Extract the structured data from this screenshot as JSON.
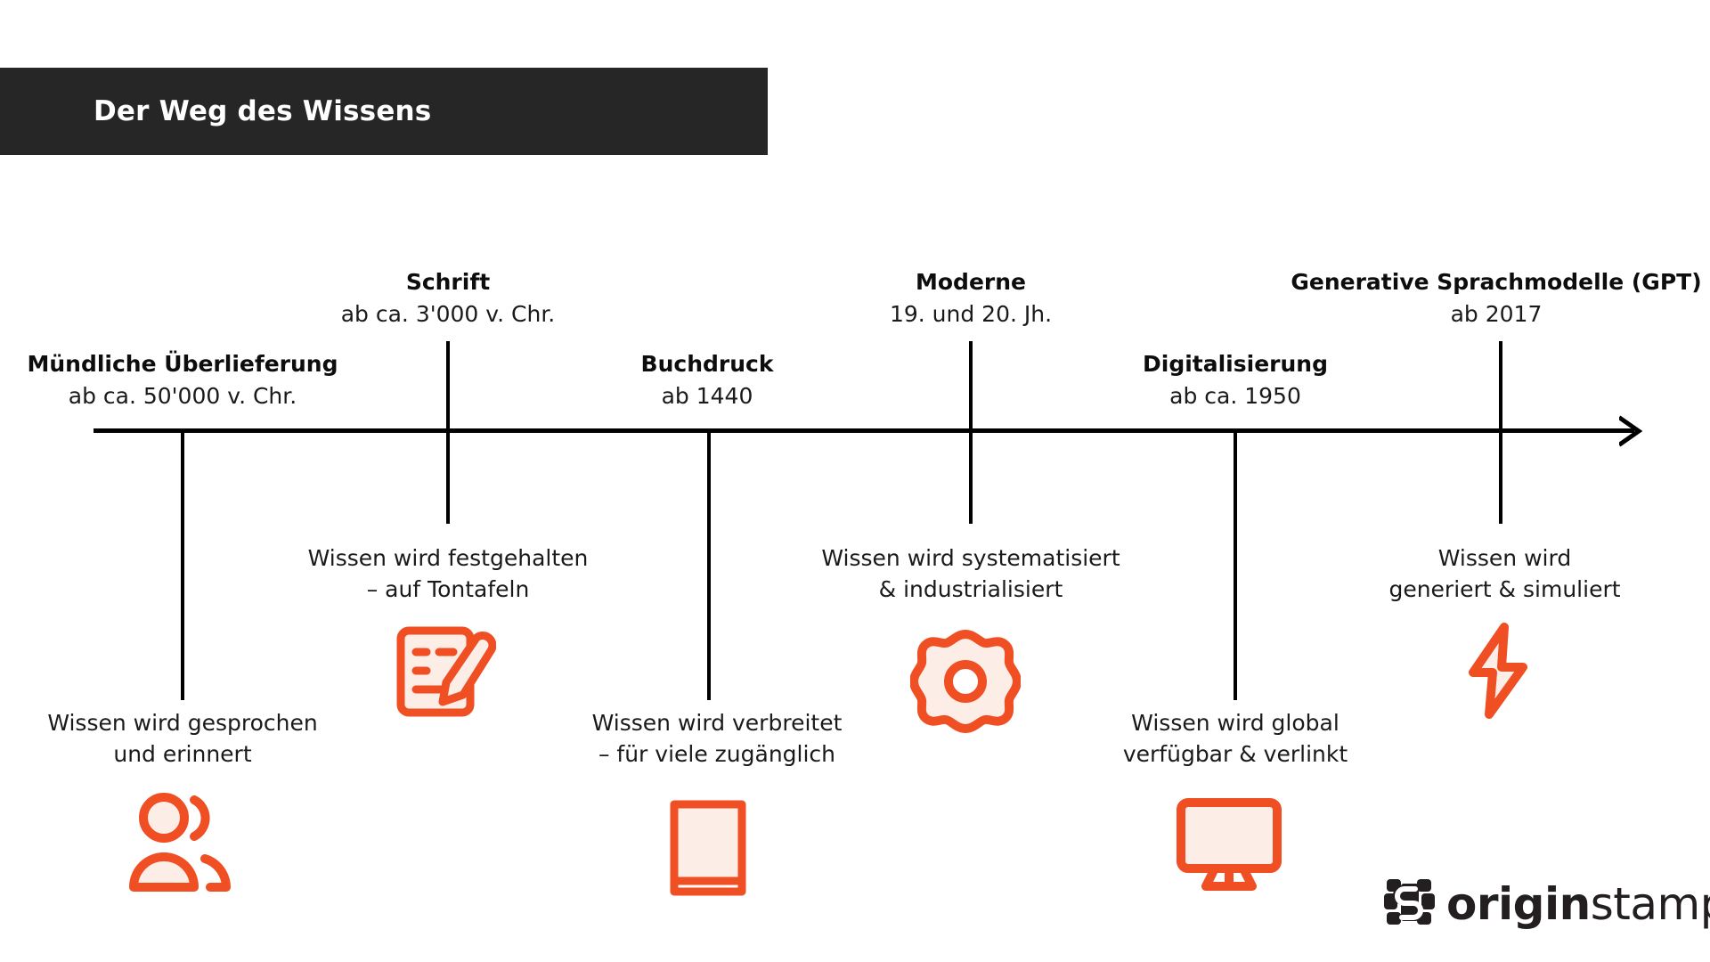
{
  "header": {
    "title": "Der Weg des Wissens",
    "banner_color": "#262626",
    "title_color": "#ffffff"
  },
  "theme": {
    "accent": "#F04E23",
    "accent_fill": "#FDEDE7",
    "axis_color": "#000000",
    "text_color": "#1a1a1a",
    "background": "#ffffff"
  },
  "timeline": {
    "axis_label": "timeline-axis",
    "direction": "left-to-right",
    "milestones": [
      {
        "id": "muendliche-ueberlieferung",
        "title": "Mündliche Überlieferung",
        "date": "ab ca. 50'000 v. Chr.",
        "position": "below-axis",
        "description_line1": "Wissen wird gesprochen",
        "description_line2": "und erinnert",
        "icon": "people-icon"
      },
      {
        "id": "schrift",
        "title": "Schrift",
        "date": "ab ca. 3'000 v. Chr.",
        "position": "above-axis",
        "description_line1": "Wissen wird festgehalten",
        "description_line2": "– auf Tontafeln",
        "icon": "tablet-pen-icon"
      },
      {
        "id": "buchdruck",
        "title": "Buchdruck",
        "date": "ab 1440",
        "position": "below-axis",
        "description_line1": "Wissen wird verbreitet",
        "description_line2": "– für viele zugänglich",
        "icon": "book-icon"
      },
      {
        "id": "moderne",
        "title": "Moderne",
        "date": "19. und 20. Jh.",
        "position": "above-axis",
        "description_line1": "Wissen wird systematisiert",
        "description_line2": "& industrialisiert",
        "icon": "gear-icon"
      },
      {
        "id": "digitalisierung",
        "title": "Digitalisierung",
        "date": "ab ca. 1950",
        "position": "below-axis",
        "description_line1": "Wissen wird global",
        "description_line2": "verfügbar & verlinkt",
        "icon": "monitor-icon"
      },
      {
        "id": "generative-sprachmodelle",
        "title": "Generative Sprachmodelle (GPT)",
        "date": "ab 2017",
        "position": "above-axis",
        "description_line1": "Wissen wird",
        "description_line2": "generiert & simuliert",
        "icon": "lightning-icon"
      }
    ]
  },
  "brand": {
    "name_bold": "origin",
    "name_light": "stamp",
    "mark": "originstamp-s-mark"
  }
}
